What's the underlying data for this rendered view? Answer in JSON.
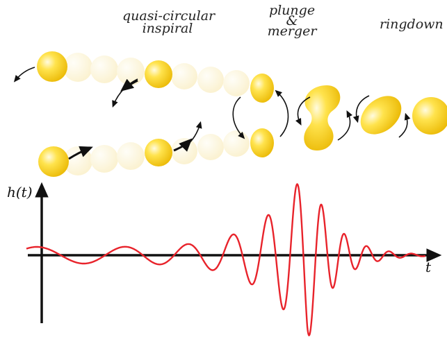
{
  "phases": {
    "inspiral": {
      "line1": "quasi-circular",
      "line2": "inspiral"
    },
    "plunge": {
      "line1": "plunge",
      "line2": "&",
      "line3": "merger"
    },
    "ringdown": {
      "label": "ringdown"
    }
  },
  "axes": {
    "y_label": "h(t)",
    "x_label": "t"
  },
  "colors": {
    "waveform": "#e8232b",
    "axis": "#111111",
    "body_core": "#f2c100",
    "body_highlight": "#fff7c2",
    "ghost": "#fbeeb8"
  },
  "chart_data": {
    "type": "line",
    "series": [
      {
        "description_free": true,
        "phases": [
          "inspiral",
          "merger",
          "ringdown"
        ],
        "amplitude_peak_at": "merger"
      }
    ]
  }
}
